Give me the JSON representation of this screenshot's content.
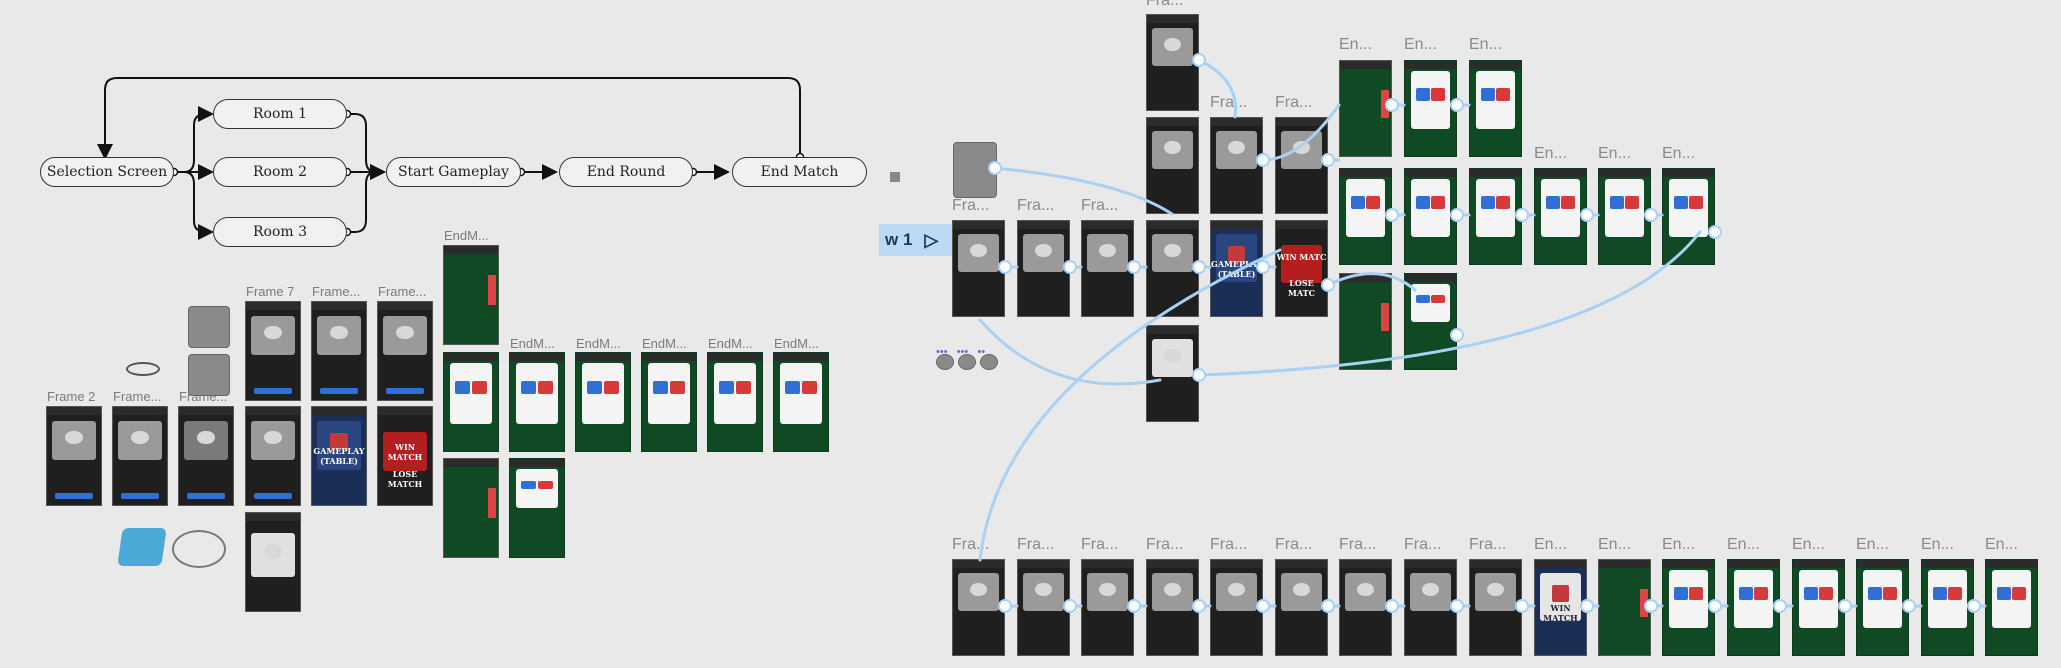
{
  "flow": {
    "selection": "Selection Screen",
    "room1": "Room 1",
    "room2": "Room 2",
    "room3": "Room 3",
    "start": "Start Gameplay",
    "end_round": "End Round",
    "end_match": "End Match"
  },
  "labels": {
    "frame2": "Frame 2",
    "frame_a": "Frame...",
    "frame_b": "Frame...",
    "frame7": "Frame 7",
    "frame_c": "Frame...",
    "frame_d": "Frame...",
    "endm1": "EndM...",
    "endm2": "EndM...",
    "endm3": "EndM...",
    "endm4": "EndM...",
    "endm5": "EndM...",
    "endm6": "EndM...",
    "fra_top": "Fra...",
    "fra": "Fra...",
    "en": "En...",
    "flow_tab": "w 1"
  },
  "frame_text": {
    "gameplay": "GAMEPLAY\n(TABLE)",
    "win_match": "WIN MATCH",
    "lose_match": "LOSE MATCH",
    "win_short": "WIN MATC",
    "lose_short": "LOSE MATC"
  },
  "colors": {
    "connector": "#a9d1f4",
    "flow_stroke": "#333333",
    "felt": "#0f4a25"
  }
}
